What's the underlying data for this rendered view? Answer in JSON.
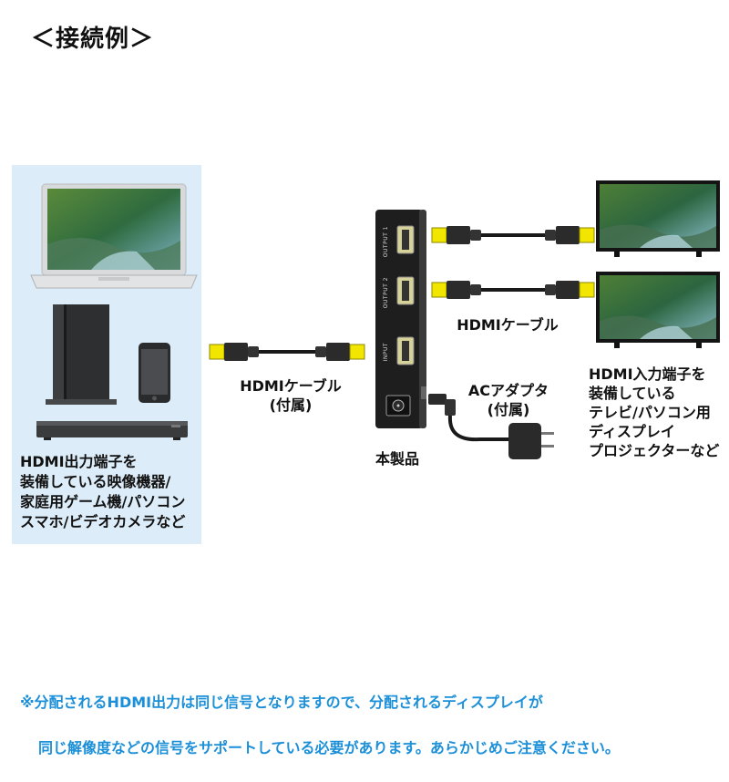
{
  "title": "＜接続例＞",
  "source_devices_text": "HDMI出力端子を\n装備している映像機器/\n家庭用ゲーム機/パソコン\nスマホ/ビデオカメラなど",
  "cable_left_label": "HDMIケーブル\n(付属)",
  "cable_right_label": "HDMIケーブル",
  "adapter_label": "ACアダプタ\n(付属)",
  "product_label": "本製品",
  "display_text": "HDMI入力端子を\n装備している\nテレビ/パソコン用\nディスプレイ\nプロジェクターなど",
  "port_labels": {
    "output1": "OUTPUT 1",
    "output2": "OUTPUT 2",
    "input": "INPUT"
  },
  "note_line1": "※分配されるHDMI出力は同じ信号となりますので、分配されるディスプレイが",
  "note_line2": "同じ解像度などの信号をサポートしている必要があります。あらかじめご注意ください。",
  "colors": {
    "panel_bg": "#dcecf8",
    "note_blue": "#1b8fd8",
    "connector_gold": "#f2e600",
    "device_black": "#1e1e1e"
  }
}
